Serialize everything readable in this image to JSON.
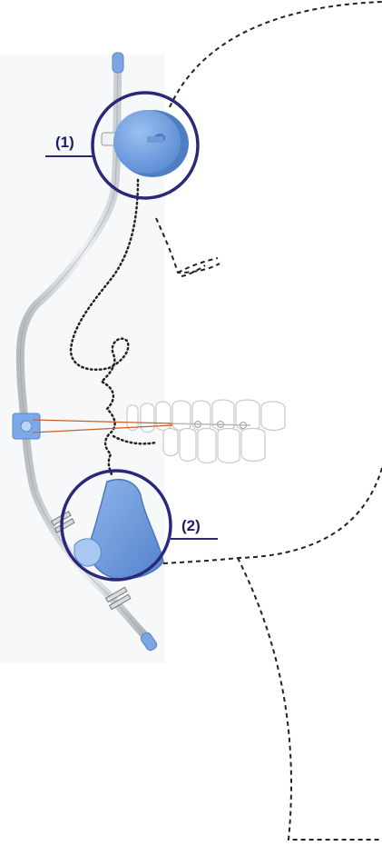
{
  "callouts": [
    {
      "label": "(1)",
      "part": "forehead-pad"
    },
    {
      "label": "(2)",
      "part": "chin-cup"
    }
  ],
  "colors": {
    "callout_ring": "#2a2878",
    "device_blue": "#6f9fe0",
    "device_blue_light": "#a8c8f2",
    "frame_gray": "#c9cdd2",
    "face_outline": "#222222",
    "elastic": "#c8602a",
    "teeth_outline": "#c8c8c8"
  }
}
